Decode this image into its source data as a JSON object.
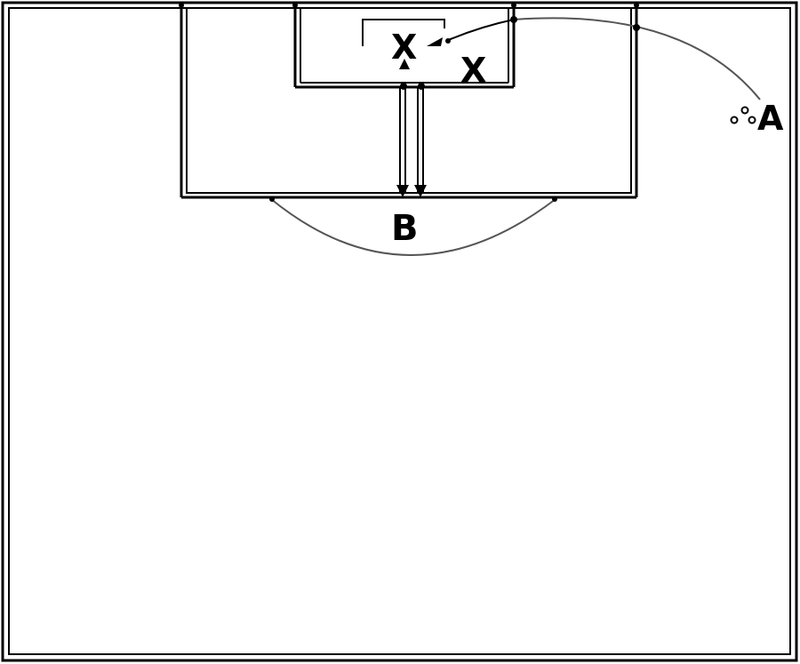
{
  "diagram": {
    "labels": {
      "player_a": "A",
      "player_b": "B",
      "defender_1": "X",
      "defender_2": "X"
    },
    "colors": {
      "line": "#000000",
      "arc": "#555555",
      "background": "#ffffff"
    }
  }
}
